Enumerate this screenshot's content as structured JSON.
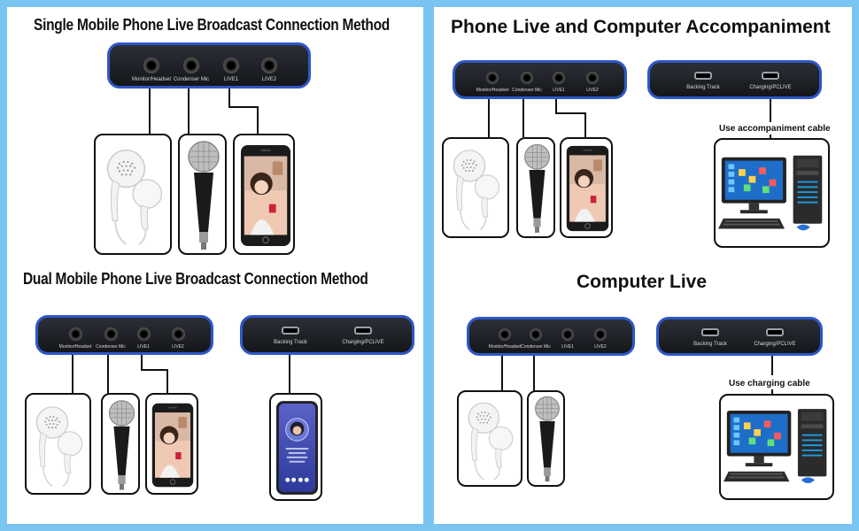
{
  "sections": {
    "single": {
      "title": "Single Mobile Phone Live Broadcast Connection Method"
    },
    "dual": {
      "title": "Dual Mobile Phone Live Broadcast Connection Method"
    },
    "phone_computer": {
      "title": "Phone Live and Computer Accompaniment",
      "cable_note": "Use accompaniment cable"
    },
    "computer_live": {
      "title": "Computer Live",
      "cable_note": "Use charging cable"
    }
  },
  "ports": {
    "monitor": "Monitor/Headset",
    "mic": "Condenser Mic",
    "live1": "LIVE1",
    "live2": "LIVE2",
    "backing": "Backing Track",
    "charging": "Charging/PCLIVE"
  },
  "colors": {
    "background": "#79c4f0",
    "device_border": "#2f57c8",
    "device_body": "#1c1e24"
  },
  "icons": [
    "earphones-icon",
    "microphone-icon",
    "smartphone-icon",
    "computer-icon"
  ]
}
